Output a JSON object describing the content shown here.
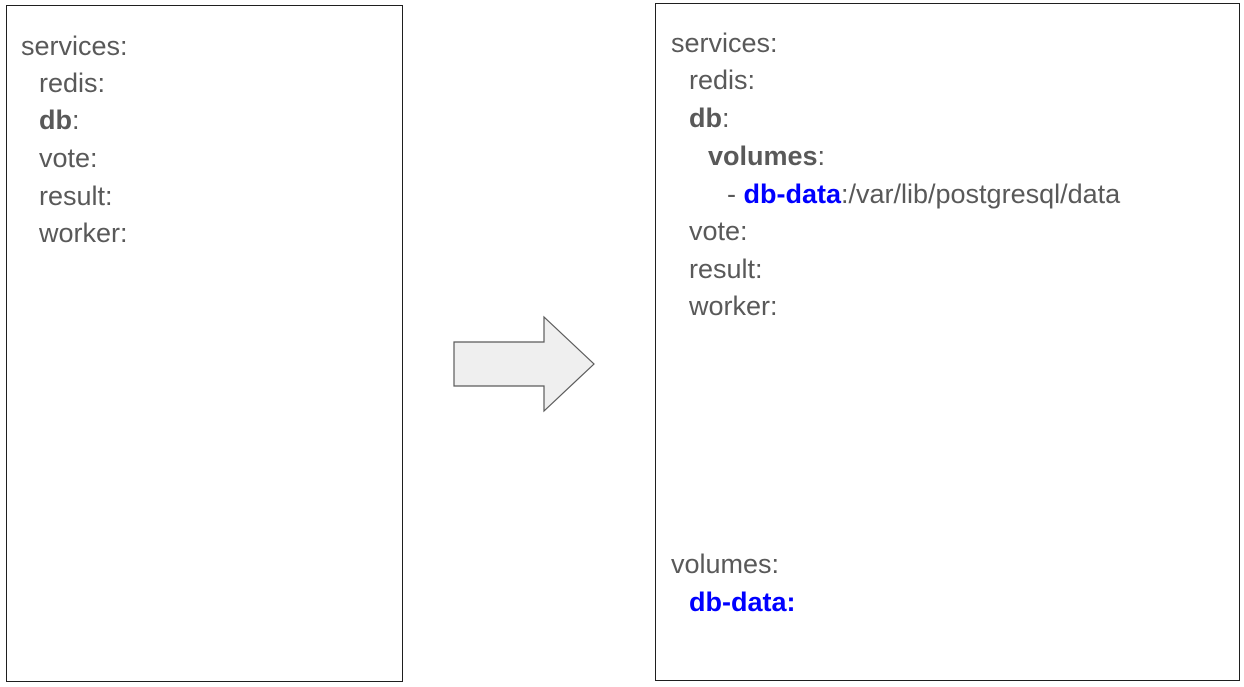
{
  "colors": {
    "text": "#595959",
    "highlight": "#0000ff",
    "border": "#1f1f1f",
    "arrow_fill": "#efefef",
    "arrow_stroke": "#595959"
  },
  "left": {
    "services": "services:",
    "redis": "redis:",
    "db_key": "db",
    "db_colon": ":",
    "vote": "vote:",
    "result": "result:",
    "worker": "worker:"
  },
  "right": {
    "services": "services:",
    "redis": "redis:",
    "db_key": "db",
    "db_colon": ":",
    "volumes_key": "volumes",
    "volumes_colon": ":",
    "dash": "- ",
    "volume_name": "db-data",
    "volume_path": ":/var/lib/postgresql/data",
    "vote": "vote:",
    "result": "result:",
    "worker": "worker:",
    "top_volumes": "volumes:",
    "top_volume_entry": "db-data:"
  },
  "arrow_icon": "right-arrow-icon"
}
